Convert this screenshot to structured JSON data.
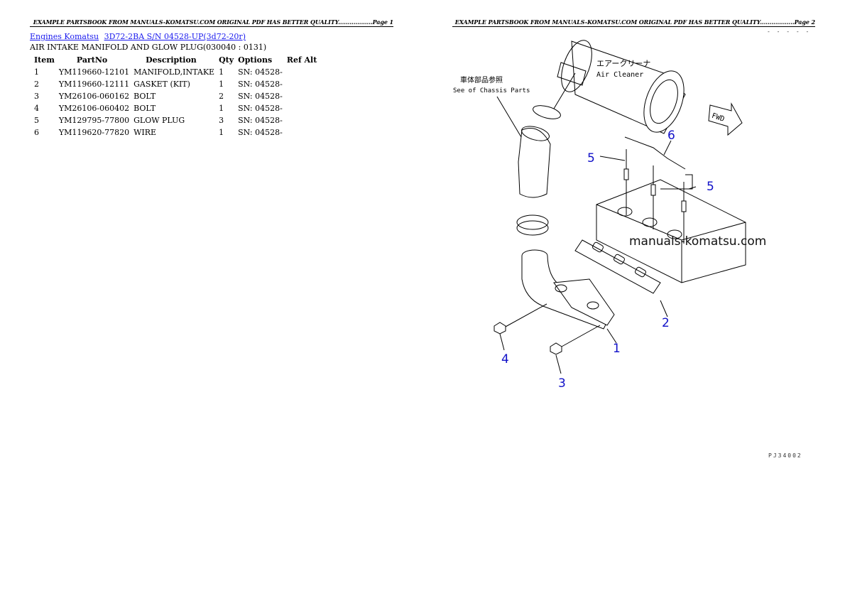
{
  "header_page1": "EXAMPLE PARTSBOOK FROM MANUALS-KOMATSU.COM ORIGINAL PDF HAS BETTER QUALITY..................Page 1",
  "header_page2": "EXAMPLE PARTSBOOK FROM MANUALS-KOMATSU.COM ORIGINAL PDF HAS BETTER QUALITY..................Page 2",
  "breadcrumb": {
    "link1": "Engines Komatsu",
    "link2": "3D72-2BA S/N 04528-UP(3d72-20r)"
  },
  "subtitle": "AIR INTAKE MANIFOLD AND GLOW PLUG(030040 : 0131)",
  "table": {
    "headers": [
      "Item",
      "PartNo",
      "Description",
      "Qty",
      "Options",
      "Ref Alt"
    ],
    "rows": [
      [
        "1",
        "YM119660-12101",
        "MANIFOLD,INTAKE",
        "1",
        "SN: 04528-",
        ""
      ],
      [
        "2",
        "YM119660-12111",
        "GASKET (KIT)",
        "1",
        "SN: 04528-",
        ""
      ],
      [
        "3",
        "YM26106-060162",
        "BOLT",
        "2",
        "SN: 04528-",
        ""
      ],
      [
        "4",
        "YM26106-060402",
        "BOLT",
        "1",
        "SN: 04528-",
        ""
      ],
      [
        "5",
        "YM129795-77800",
        "GLOW PLUG",
        "3",
        "SN: 04528-",
        ""
      ],
      [
        "6",
        "YM119620-77820",
        "WIRE",
        "1",
        "SN: 04528-",
        ""
      ]
    ]
  },
  "diagram": {
    "labels": {
      "air_cleaner_jp": "エアークリーナ",
      "air_cleaner_en": "Air Cleaner",
      "chassis_jp": "車体部品参照",
      "chassis_en": "See of Chassis Parts",
      "fwd": "FWD",
      "watermark": "manuals-komatsu.com",
      "drawing_code": "PJ34002",
      "top_code": "- - - - -"
    },
    "callouts": [
      "1",
      "2",
      "3",
      "4",
      "5",
      "5",
      "6"
    ]
  }
}
